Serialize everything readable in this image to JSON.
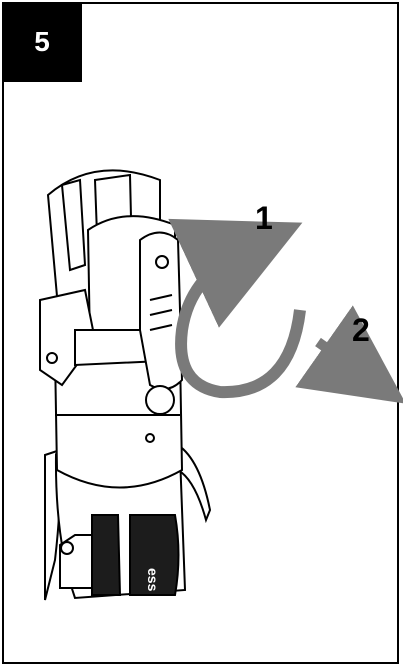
{
  "step": {
    "number": "5"
  },
  "callouts": {
    "rotate_label": "1",
    "pull_label": "2"
  },
  "colors": {
    "frame": "#000000",
    "badge": "#000000",
    "arrow": "#7a7a7a",
    "background": "#ffffff"
  }
}
